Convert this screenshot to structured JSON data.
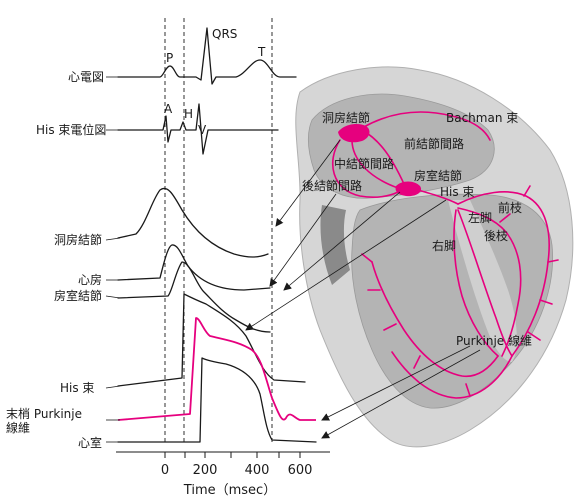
{
  "axis": {
    "title": "Time（msec）",
    "ticks": [
      "0",
      "200",
      "400",
      "600"
    ],
    "minor_ticks": [
      "0",
      "100",
      "200",
      "300",
      "400",
      "500",
      "600"
    ]
  },
  "waveform_labels": {
    "P": "P",
    "QRS": "QRS",
    "T": "T",
    "A": "A",
    "H": "H",
    "V": "V"
  },
  "row_labels": {
    "ecg": "心電図",
    "his_ecg": "His 束電位図",
    "sa_node": "洞房結節",
    "atrium": "心房",
    "av_node": "房室結節",
    "his_bundle": "His 束",
    "purkinje_line1": "末梢 Purkinje",
    "purkinje_line2": "線維",
    "ventricle": "心室"
  },
  "heart_labels": {
    "sa_node": "洞房結節",
    "bachman": "Bachman 束",
    "anterior_internodal": "前結節間路",
    "middle_internodal": "中結節間路",
    "av_node": "房室結節",
    "posterior_internodal": "後結節間路",
    "his_bundle": "His 束",
    "anterior_branch": "前枝",
    "left_bundle": "左脚",
    "posterior_branch": "後枝",
    "right_bundle": "右脚",
    "purkinje": "Purkinje 線維"
  },
  "colors": {
    "conduction": "#e6007e",
    "heart_outer": "#d4d4d4",
    "heart_inner": "#a8a8a8",
    "heart_dark": "#7a7a7a"
  }
}
